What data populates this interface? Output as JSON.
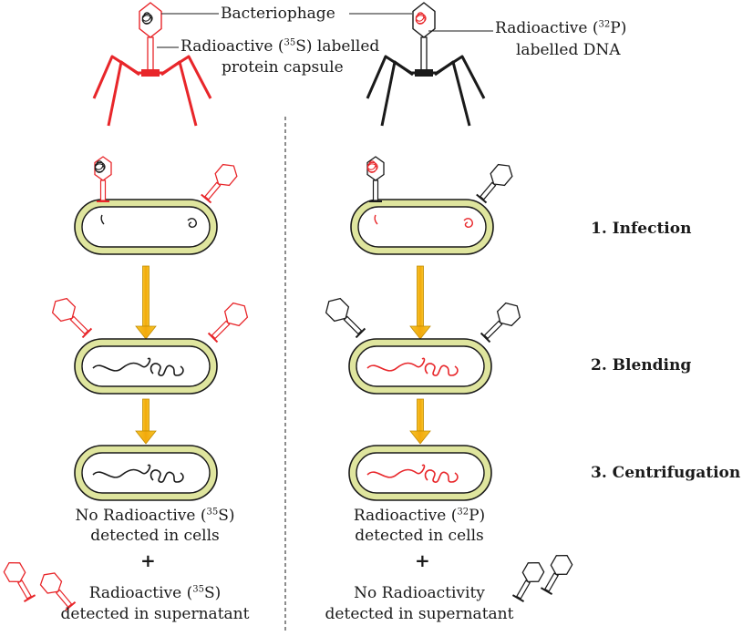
{
  "top": {
    "bacteriophage": "Bacteriophage",
    "s_label_pre": "Radioactive (",
    "s_label_sup": "35",
    "s_label_post": "S) labelled",
    "s_label_line2": "protein capsule",
    "p_label_pre": "Radioactive (",
    "p_label_sup": "32",
    "p_label_post": "P)",
    "p_label_line2": "labelled DNA"
  },
  "steps": [
    "1. Infection",
    "2. Blending",
    "3. Centrifugation"
  ],
  "left_result": {
    "line1_pre": "No Radioactive (",
    "line1_sup": "35",
    "line1_post": "S)",
    "line2": "detected in cells",
    "plus": "+",
    "line3_pre": "Radioactive (",
    "line3_sup": "35",
    "line3_post": "S)",
    "line4": "detected in supernatant"
  },
  "right_result": {
    "line1_pre": "Radioactive (",
    "line1_sup": "32",
    "line1_post": "P)",
    "line2": "detected in cells",
    "plus": "+",
    "line3": "No Radioactivity",
    "line4": "detected in supernatant"
  },
  "colors": {
    "red": "#e8262a",
    "black": "#1a1a1a",
    "cell_fill": "#dfe59e",
    "arrow": "#f5b811"
  }
}
